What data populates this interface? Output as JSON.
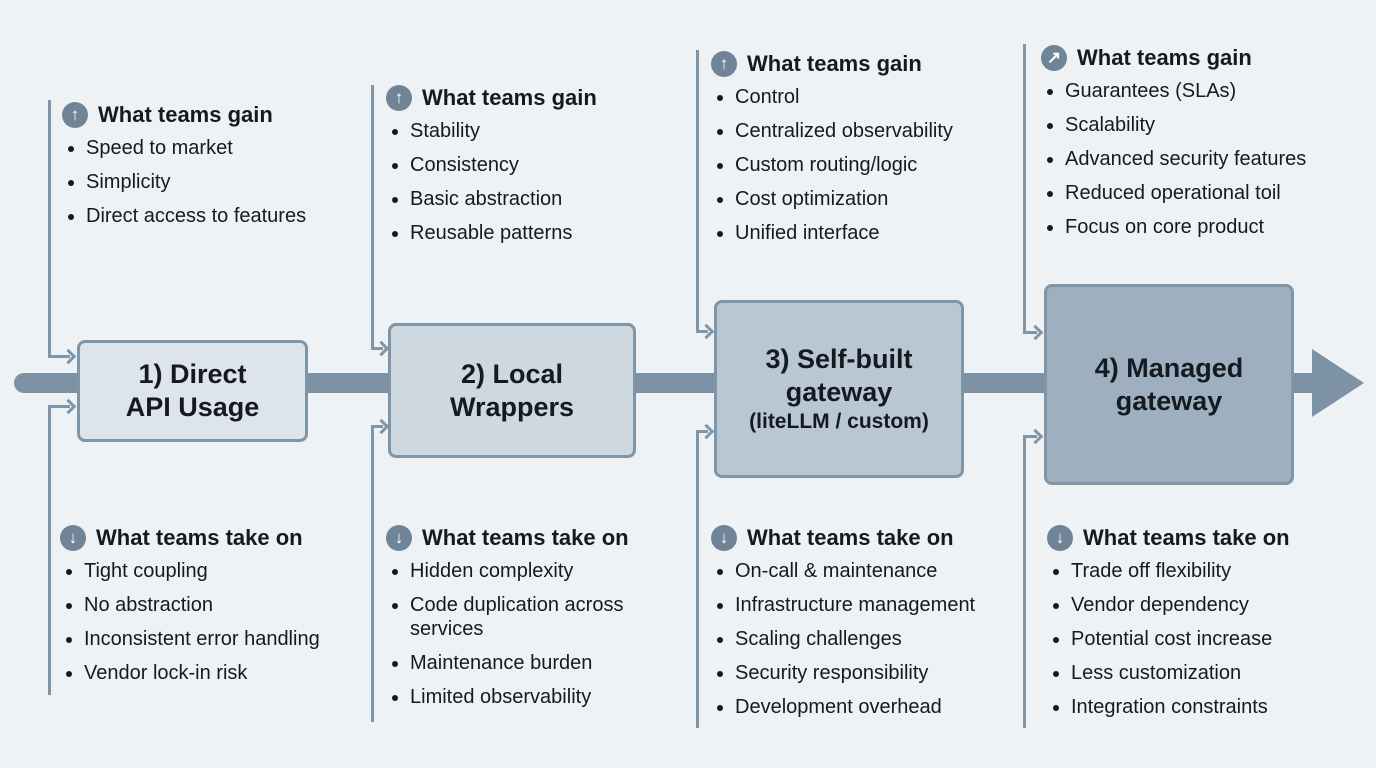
{
  "stages": [
    {
      "title": "1) Direct",
      "title2": "API Usage",
      "subtitle": "",
      "gain_title": "What teams gain",
      "gain_icon": "arrow-up-icon",
      "gains": [
        "Speed to market",
        "Simplicity",
        "Direct access to features"
      ],
      "take_title": "What teams take on",
      "take_icon": "arrow-down-icon",
      "takes": [
        "Tight coupling",
        "No abstraction",
        "Inconsistent error handling",
        "Vendor lock-in risk"
      ]
    },
    {
      "title": "2) Local",
      "title2": "Wrappers",
      "subtitle": "",
      "gain_title": "What teams gain",
      "gain_icon": "arrow-up-icon",
      "gains": [
        "Stability",
        "Consistency",
        "Basic abstraction",
        "Reusable patterns"
      ],
      "take_title": "What teams take on",
      "take_icon": "arrow-down-icon",
      "takes": [
        "Hidden complexity",
        "Code duplication across services",
        "Maintenance burden",
        "Limited observability"
      ]
    },
    {
      "title": "3) Self-built",
      "title2": "gateway",
      "subtitle": "(liteLLM / custom)",
      "gain_title": "What teams gain",
      "gain_icon": "arrow-up-icon",
      "gains": [
        "Control",
        "Centralized observability",
        "Custom routing/logic",
        "Cost optimization",
        "Unified interface"
      ],
      "take_title": "What teams take on",
      "take_icon": "arrow-down-icon",
      "takes": [
        "On-call & maintenance",
        "Infrastructure management",
        "Scaling challenges",
        "Security responsibility",
        "Development overhead"
      ]
    },
    {
      "title": "4) Managed",
      "title2": "gateway",
      "subtitle": "",
      "gain_title": "What teams gain",
      "gain_icon": "arrow-up-right-icon",
      "gains": [
        "Guarantees (SLAs)",
        "Scalability",
        "Advanced security features",
        "Reduced operational toil",
        "Focus on core product"
      ],
      "take_title": "What teams take on",
      "take_icon": "arrow-down-icon",
      "takes": [
        "Trade off flexibility",
        "Vendor dependency",
        "Potential cost increase",
        "Less customization",
        "Integration constraints"
      ]
    }
  ],
  "icons": {
    "arrow-up-icon": "↑",
    "arrow-down-icon": "↓",
    "arrow-up-right-icon": "↗"
  },
  "colors": {
    "spine": "#7d93a5",
    "badge": "#6f8597",
    "background": "#eef2f5"
  }
}
